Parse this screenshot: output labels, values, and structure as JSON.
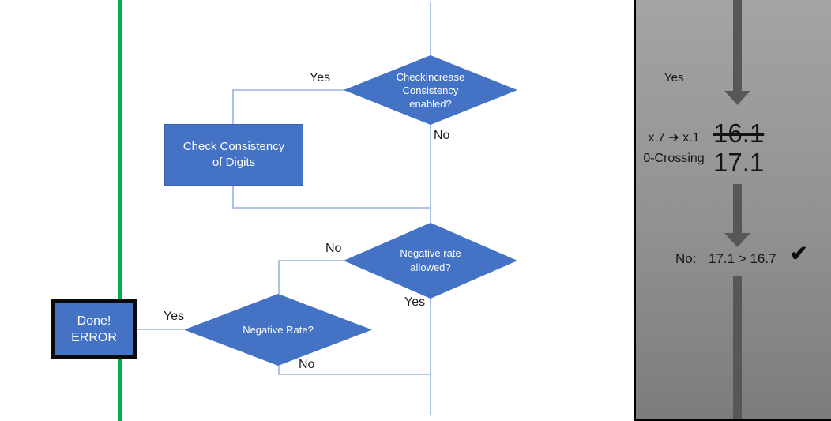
{
  "flowchart": {
    "decision_top": {
      "line1": "CheckIncrease",
      "line2": "Consistency",
      "line3": "enabled?"
    },
    "process_box": {
      "line1": "Check Consistency",
      "line2": "of Digits"
    },
    "decision_mid": {
      "line1": "Negative rate",
      "line2": "allowed?"
    },
    "decision_bottom": {
      "line1": "Negative Rate?"
    },
    "terminal_box": {
      "line1": "Done!",
      "line2": "ERROR"
    },
    "labels": {
      "yes_top": "Yes",
      "no_top": "No",
      "no_mid": "No",
      "yes_mid": "Yes",
      "yes_left": "Yes",
      "no_bottom": "No"
    }
  },
  "side_panel": {
    "yes_label": "Yes",
    "transition": {
      "line1": "x.7 ➔ x.1",
      "line2": "0-Crossing"
    },
    "old_value": "16.1",
    "new_value": "17.1",
    "check_row": {
      "no_label": "No:",
      "comparison": "17.1 > 16.7",
      "check_icon": "✔"
    }
  },
  "colors": {
    "shape_blue": "#4472C4",
    "connector_blue": "#9AB1DE",
    "green_line": "#00B050",
    "arrow_gray": "#575757",
    "panel_gradient_top": "#a4a4a4",
    "panel_gradient_bottom": "#7c7c7c",
    "panel_border": "#000000"
  }
}
